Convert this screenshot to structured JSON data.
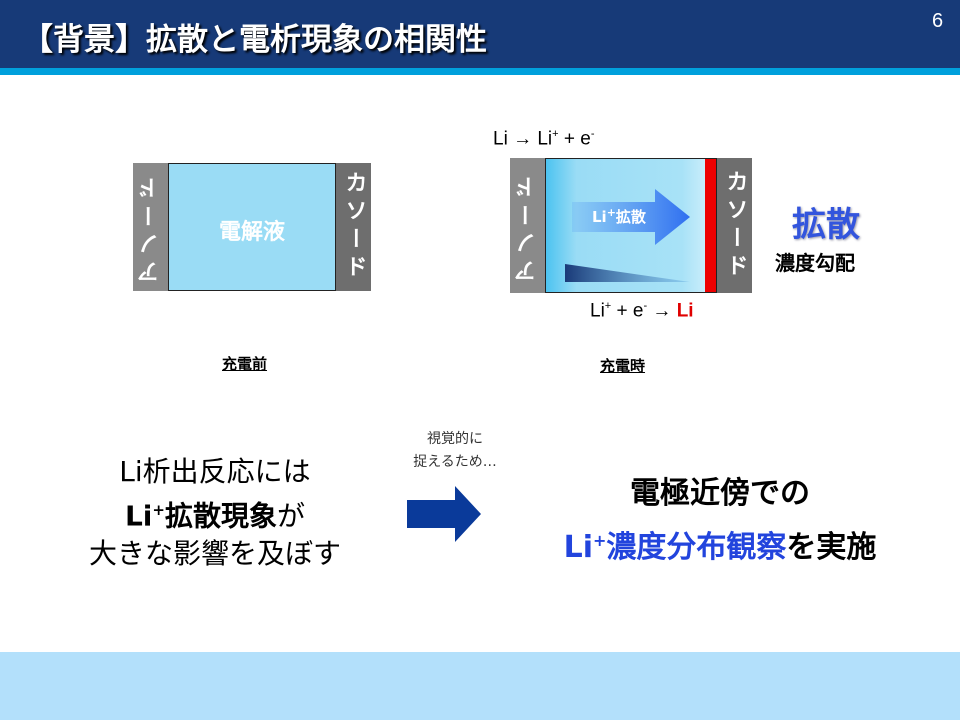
{
  "header": {
    "title": "【背景】拡散と電析現象の相関性",
    "page_number": "6"
  },
  "before": {
    "anode": "アノード",
    "electrolyte": "電解液",
    "cathode": "カソード",
    "caption": "充電前"
  },
  "during": {
    "anode": "アノード",
    "cathode": "カソード",
    "arrow_label_base": "Li",
    "arrow_label_sup": "+",
    "arrow_label_rest": "拡散",
    "top_eq_a": "Li → Li",
    "top_eq_sup": "+",
    "top_eq_b": " + e",
    "top_eq_sup2": "-",
    "bot_eq_a": "Li",
    "bot_eq_sup": "+",
    "bot_eq_b": " + e",
    "bot_eq_sup2": "-",
    "bot_eq_c": " → ",
    "bot_eq_li": "Li",
    "caption": "充電時"
  },
  "side": {
    "title": "拡散",
    "subtitle": "濃度勾配"
  },
  "left_text": {
    "line1": "Li析出反応には",
    "line2_a": "Li",
    "line2_sup": "+",
    "line2_b": "拡散現象",
    "line2_c": "が",
    "line3": "大きな影響を及ぼす"
  },
  "arrow_note": {
    "line1": "視覚的に",
    "line2": "捉えるため…"
  },
  "right_text": {
    "line1": "電極近傍での",
    "line2_a": "Li",
    "line2_sup": "+",
    "line2_b": "濃度分布観察",
    "line2_c": "を実施"
  },
  "colors": {
    "header": "#173a78",
    "accent": "#00a0dc",
    "blue_text": "#2244dd",
    "red": "#e00000"
  }
}
